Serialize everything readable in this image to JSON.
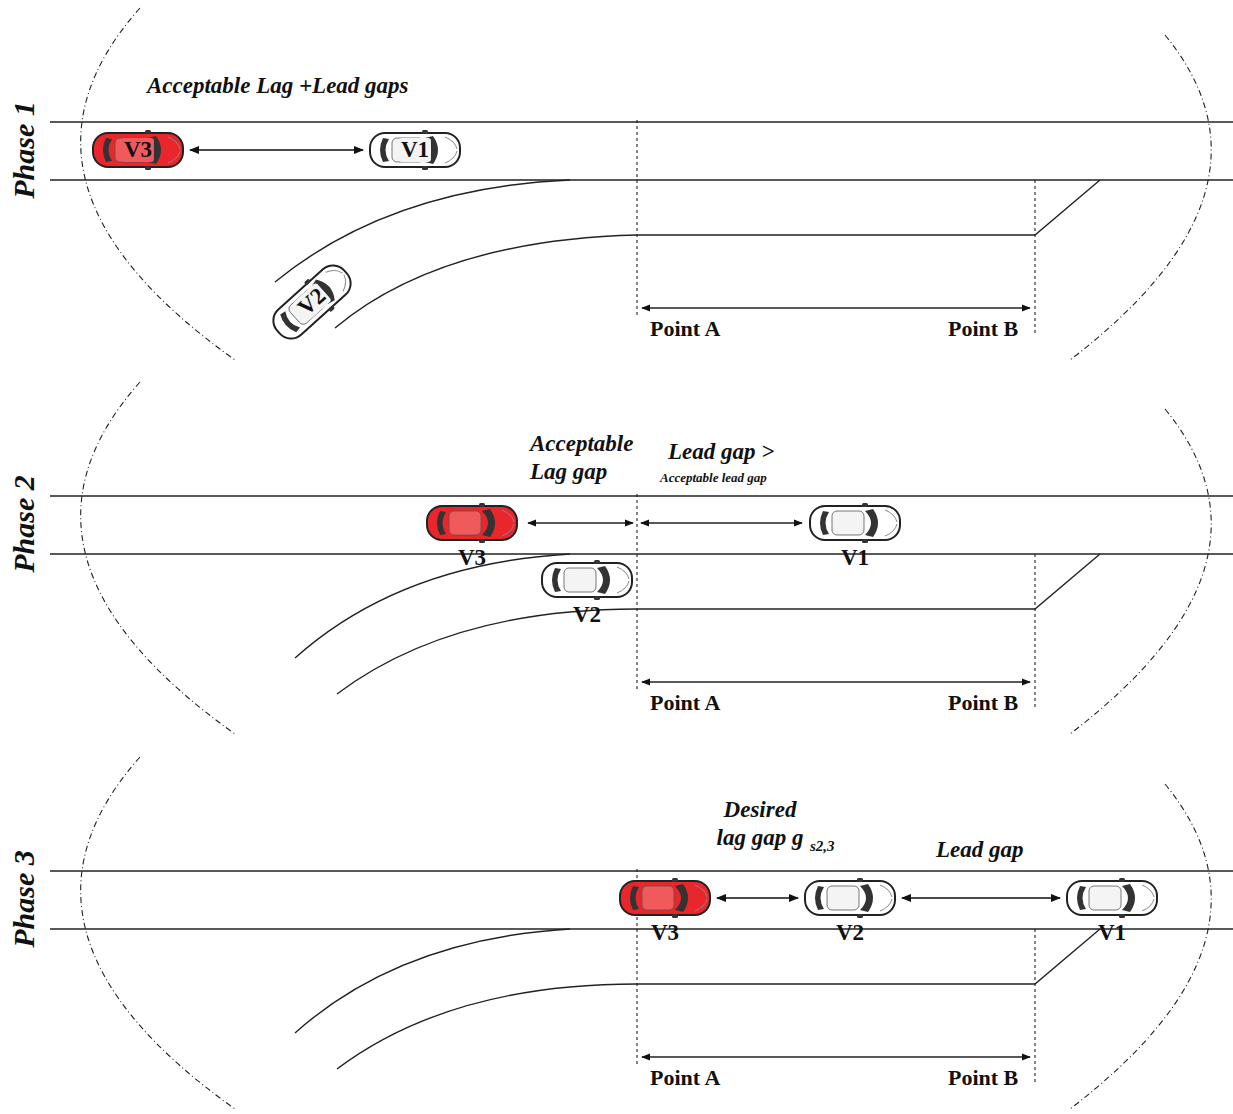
{
  "diagram": {
    "nodes": [
      {
        "text": [
          "V3"
        ]
      },
      {
        "text": [
          "V1"
        ]
      },
      {
        "text": [
          "V2"
        ]
      },
      {
        "text": [
          "V3"
        ]
      },
      {
        "text": [
          "V1"
        ]
      },
      {
        "text": [
          "V2"
        ]
      },
      {
        "text": [
          "V3"
        ]
      },
      {
        "text": [
          "V2"
        ]
      },
      {
        "text": [
          "V1"
        ]
      }
    ],
    "edges": [
      {
        "from": 0,
        "to": 1,
        "arrow": "both",
        "label": "Acceptable Lag +Lead gaps"
      },
      {
        "from": 6,
        "to": 7,
        "arrow": "both",
        "label": "Desired lag gap g"
      },
      {
        "from": 7,
        "to": 8,
        "arrow": "both",
        "label": "Lead gap"
      }
    ],
    "labels": [
      "Phase 1",
      "Point A",
      "Point B",
      "Phase 2",
      "Acceptable Lag gap",
      "Lead gap >",
      "Acceptable lead gap",
      "Point A",
      "Point B",
      "Phase 3",
      "s2,3",
      "Point A",
      "Point B"
    ]
  }
}
